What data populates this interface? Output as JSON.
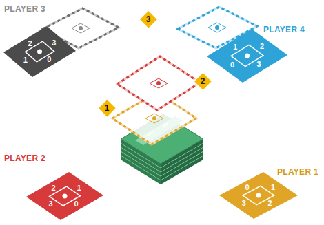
{
  "diagram": {
    "nodes": [
      {
        "text": [
          "PLAYER 3",
          "2",
          "3",
          "1",
          "0"
        ]
      },
      {
        "text": [
          "3"
        ]
      },
      {
        "text": [
          "PLAYER 4",
          "1",
          "2",
          "0",
          "3"
        ]
      },
      {
        "text": [
          "2"
        ]
      },
      {
        "text": [
          "1"
        ]
      },
      {
        "text": [
          "PLAYER 2",
          "2",
          "1",
          "3",
          "0"
        ]
      },
      {
        "text": [
          "PLAYER 1",
          "0",
          "1",
          "3",
          "2"
        ]
      }
    ]
  }
}
